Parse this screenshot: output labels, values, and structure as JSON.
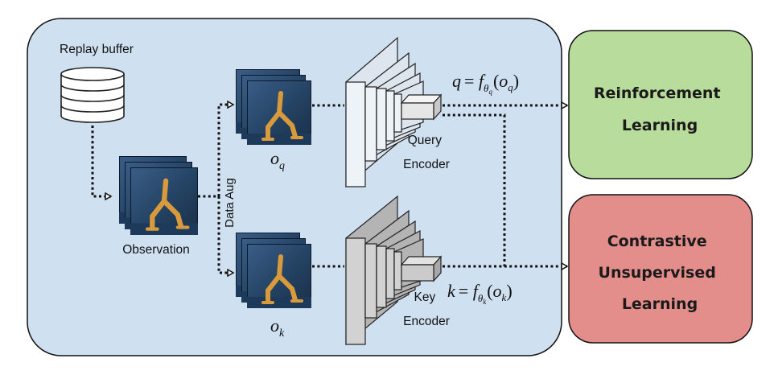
{
  "replay_buffer_label": "Replay buffer",
  "observation_label": "Observation",
  "data_aug_label": "Data Aug",
  "query_encoder": {
    "line1": "Query",
    "line2": "Encoder"
  },
  "key_encoder": {
    "line1": "Key",
    "line2": "Encoder"
  },
  "o_q": {
    "base": "o",
    "sub": "q"
  },
  "o_k": {
    "base": "o",
    "sub": "k"
  },
  "q_formula": {
    "lhs": "q",
    "eq": "= ",
    "f": "f",
    "theta": "θ",
    "theta_sub": "q",
    "open": "(",
    "o": "o",
    "o_sub": "q",
    "close": ")"
  },
  "k_formula": {
    "lhs": "k",
    "eq": "= ",
    "f": "f",
    "theta": "θ",
    "theta_sub": "k",
    "open": "(",
    "o": "o",
    "o_sub": "k",
    "close": ")"
  },
  "rl_box": {
    "line1": "Reinforcement",
    "line2": "Learning"
  },
  "cul_box": {
    "line1": "Contrastive",
    "line2": "Unsupervised",
    "line3": "Learning"
  },
  "colors": {
    "main_panel": "#cfe0f1",
    "rl_box": "#b8dc9c",
    "cul_box": "#e48e8c",
    "query_encoder": "#dde6ee",
    "key_encoder": "#c4c4c4",
    "frame_bg": "#26456b"
  }
}
